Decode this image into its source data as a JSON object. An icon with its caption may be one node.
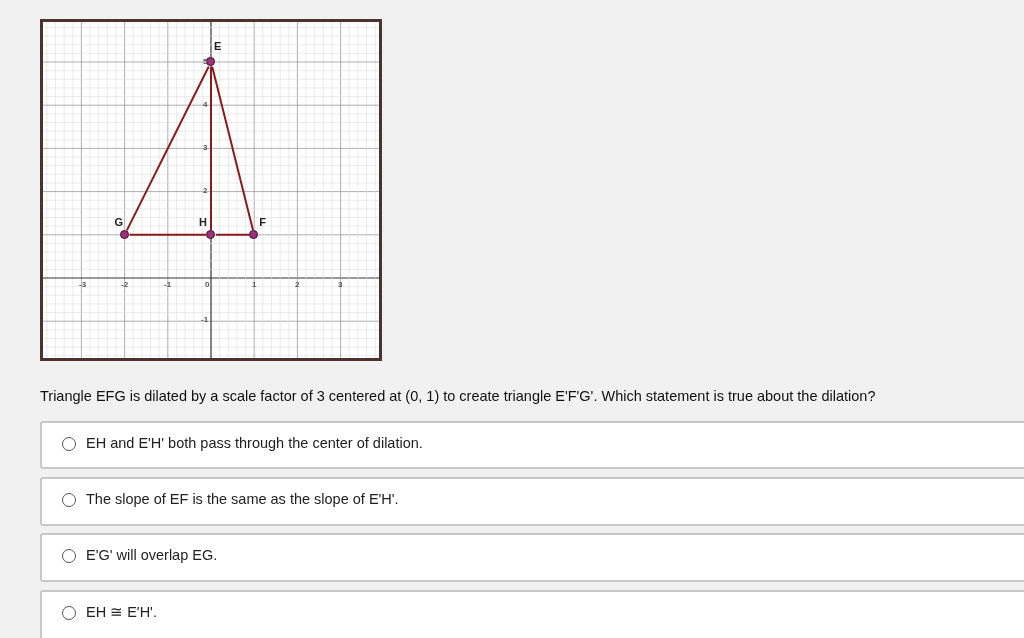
{
  "diagram": {
    "nodes": [
      {
        "text": [],
        "shape": "circle",
        "beside": [
          "E"
        ]
      },
      {
        "text": [],
        "shape": "circle",
        "beside": [
          "G"
        ]
      },
      {
        "text": [],
        "shape": "circle",
        "beside": [
          "H"
        ]
      },
      {
        "text": [],
        "shape": "circle",
        "beside": [
          "F"
        ]
      },
      {
        "text": [
          "EH and E'H' both pass through the center of dilation."
        ]
      },
      {
        "text": [
          "The slope of EF is the same as the slope of E'H'."
        ]
      },
      {
        "text": [
          "E'G' will overlap EG."
        ]
      },
      {
        "text": [
          "EH ≅ E'H'."
        ]
      }
    ],
    "edges": [
      {
        "from": 0,
        "to": 1,
        "arrow": "none"
      },
      {
        "from": 0,
        "to": 3,
        "arrow": "none"
      },
      {
        "from": 0,
        "to": 2,
        "arrow": "none"
      },
      {
        "from": 1,
        "to": 2,
        "arrow": "none"
      },
      {
        "from": 2,
        "to": 3,
        "arrow": "none"
      }
    ],
    "labels": [
      "5",
      "4",
      "3",
      "2",
      "-3",
      "-2",
      "-1",
      "0",
      "1",
      "2",
      "3",
      "-1",
      "Triangle EFG is dilated by a scale factor of 3 centered at (0, 1) to create triangle E'F'G'. Which statement is true about the dilation?"
    ]
  }
}
